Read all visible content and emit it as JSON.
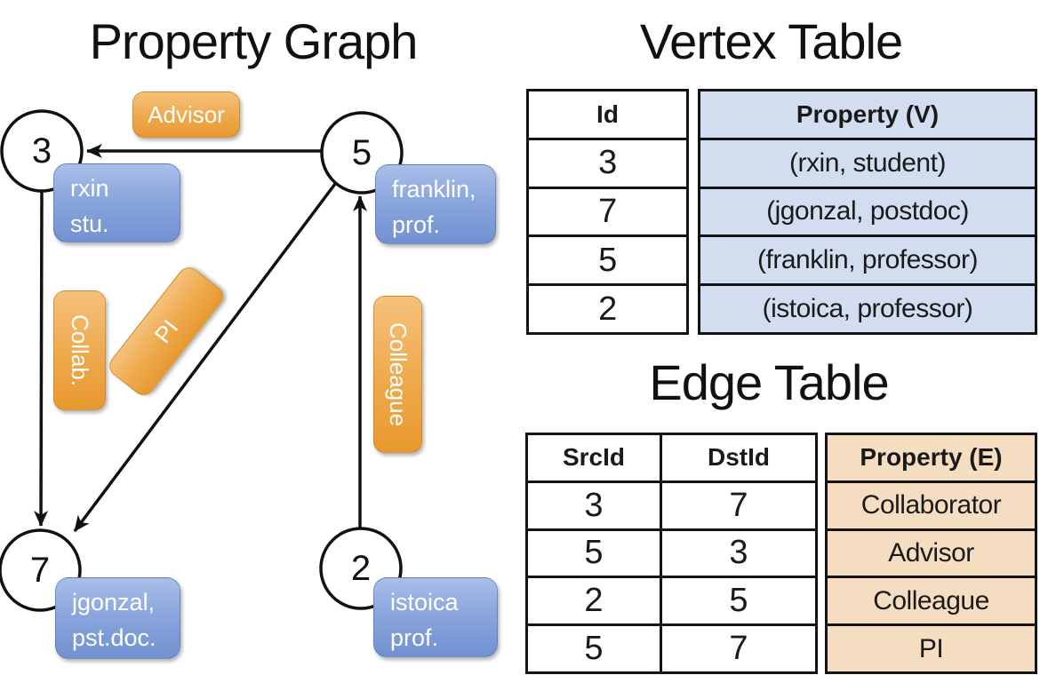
{
  "graph": {
    "title": "Property Graph",
    "nodes": [
      {
        "id": "3",
        "line1": "rxin",
        "line2": "stu."
      },
      {
        "id": "5",
        "line1": "franklin,",
        "line2": "prof."
      },
      {
        "id": "7",
        "line1": "jgonzal,",
        "line2": "pst.doc."
      },
      {
        "id": "2",
        "line1": "istoica",
        "line2": "prof."
      }
    ],
    "edges": [
      {
        "from": "5",
        "to": "3",
        "label": "Advisor"
      },
      {
        "from": "3",
        "to": "7",
        "label": "Collab."
      },
      {
        "from": "5",
        "to": "7",
        "label": "PI"
      },
      {
        "from": "2",
        "to": "5",
        "label": "Colleague"
      }
    ]
  },
  "vertex_table": {
    "title": "Vertex Table",
    "columns": {
      "id": "Id",
      "property": "Property (V)"
    },
    "rows": [
      {
        "id": "3",
        "property": "(rxin, student)"
      },
      {
        "id": "7",
        "property": "(jgonzal, postdoc)"
      },
      {
        "id": "5",
        "property": "(franklin, professor)"
      },
      {
        "id": "2",
        "property": "(istoica, professor)"
      }
    ]
  },
  "edge_table": {
    "title": "Edge Table",
    "columns": {
      "src": "SrcId",
      "dst": "DstId",
      "property": "Property (E)"
    },
    "rows": [
      {
        "src": "3",
        "dst": "7",
        "property": "Collaborator"
      },
      {
        "src": "5",
        "dst": "3",
        "property": "Advisor"
      },
      {
        "src": "2",
        "dst": "5",
        "property": "Colleague"
      },
      {
        "src": "5",
        "dst": "7",
        "property": "PI"
      }
    ]
  },
  "colors": {
    "edge_label_orange": "#efa648",
    "node_label_blue": "#7e9cd9",
    "vertex_property_bg": "#d2ddf0",
    "edge_property_bg": "#f5ddc1",
    "table_border": "#141414",
    "label_text": "#ffffff"
  }
}
